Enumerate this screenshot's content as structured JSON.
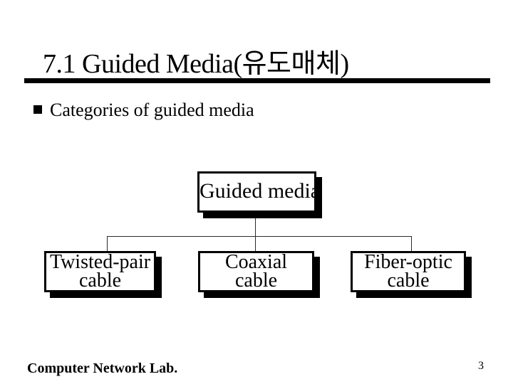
{
  "slide": {
    "title": "7.1 Guided Media(유도매체)",
    "bullet": "Categories of guided media",
    "footer": "Computer Network Lab.",
    "page_number": "3"
  },
  "diagram": {
    "type": "hierarchy-tree",
    "root": {
      "label": "Guided media"
    },
    "children": [
      {
        "label": "Twisted-pair cable",
        "line1": "Twisted-pair",
        "line2": "cable"
      },
      {
        "label": "Coaxial cable",
        "line1": "Coaxial",
        "line2": "cable"
      },
      {
        "label": "Fiber-optic cable",
        "line1": "Fiber-optic",
        "line2": "cable"
      }
    ]
  },
  "colors": {
    "background": "#ffffff",
    "text": "#000000",
    "title_rule": "#000000",
    "box_border": "#000000",
    "box_shadow": "#000000",
    "connector": "#2b2b2b"
  }
}
